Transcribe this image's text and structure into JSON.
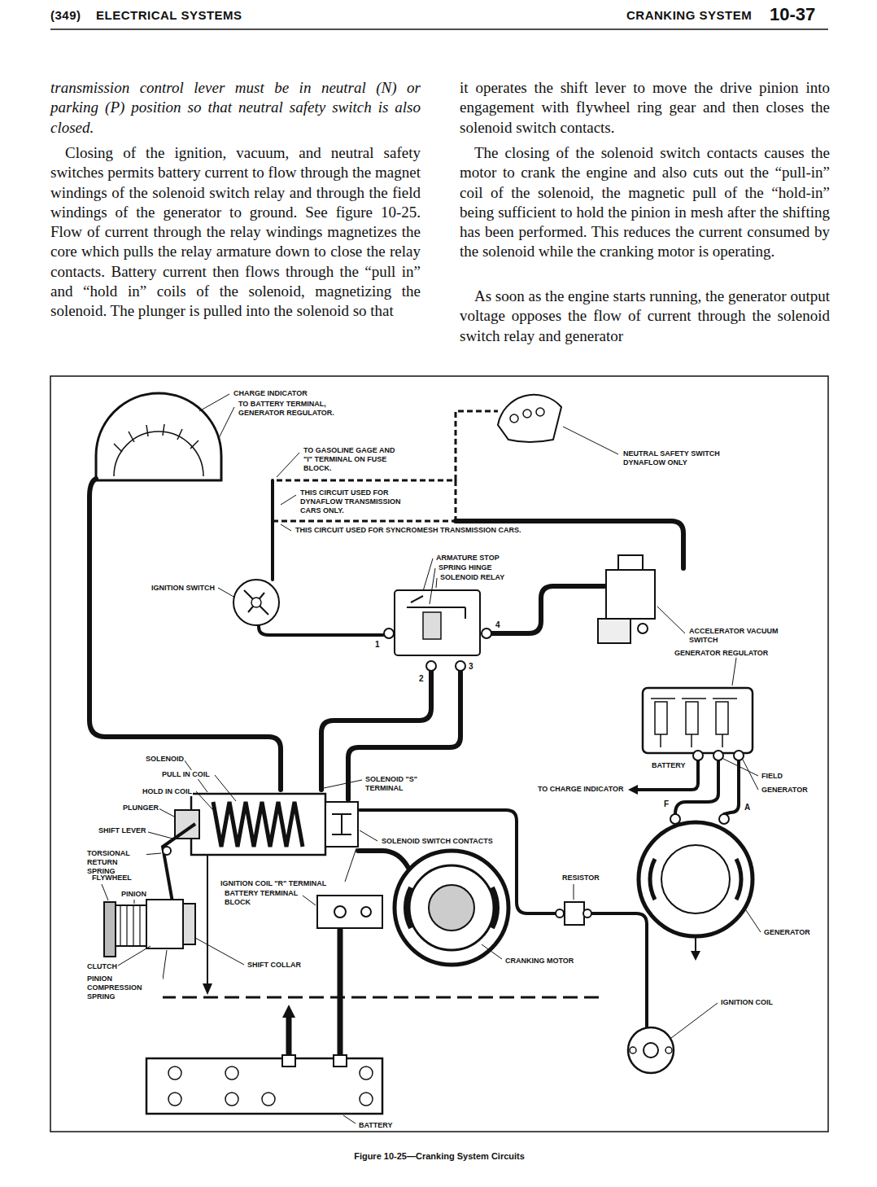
{
  "diagram": {
    "caption": "Figure 10-25—Cranking System Circuits",
    "labels": [
      "(349)",
      "ELECTRICAL SYSTEMS",
      "CRANKING SYSTEM",
      "10-37",
      "transmission control lever must be in neutral (N) or parking (P) position so that neutral safety switch is also closed.",
      "Closing of the ignition, vacuum, and neutral safety switches permits battery current to flow through the magnet windings of the solenoid switch relay and through the field windings of the generator to ground. See figure 10-25. Flow of current through the relay windings magnetizes the core which pulls the relay armature down to close the relay contacts. Battery current then flows through the “pull in” and “hold in” coils of the solenoid, magnetizing the solenoid. The plunger is pulled into the solenoid so that",
      "it operates the shift lever to move the drive pinion into engagement with flywheel ring gear and then closes the solenoid switch contacts.",
      "The closing of the solenoid switch contacts causes the motor to crank the engine and also cuts out the “pull-in” coil of the solenoid, the magnetic pull of the “hold-in” being sufficient to hold the pinion in mesh after the shifting has been performed. This reduces the current consumed by the solenoid while the cranking motor is operating.",
      "As soon as the engine starts running, the generator output voltage opposes the flow of current through the solenoid switch relay and generator",
      "CHARGE INDICATOR",
      "TO BATTERY TERMINAL, GENERATOR REGULATOR.",
      "TO GASOLINE GAGE AND \"I\" TERMINAL ON FUSE BLOCK.",
      "THIS CIRCUIT USED FOR DYNAFLOW TRANSMISSION CARS ONLY.",
      "THIS CIRCUIT USED FOR SYNCROMESH TRANSMISSION CARS.",
      "NEUTRAL SAFETY SWITCH DYNAFLOW ONLY",
      "ARMATURE STOP",
      "SPRING HINGE",
      "SOLENOID RELAY",
      "IGNITION SWITCH",
      "1",
      "4",
      "2",
      "3",
      "ACCELERATOR VACUUM SWITCH",
      "GENERATOR REGULATOR",
      "BATTERY",
      "TO CHARGE INDICATOR",
      "FIELD",
      "GENERATOR",
      "F",
      "A",
      "GENERATOR",
      "RESISTOR",
      "CRANKING MOTOR",
      "IGNITION COIL",
      "SOLENOID",
      "PULL IN COIL",
      "HOLD IN COIL",
      "PLUNGER",
      "SHIFT LEVER",
      "TORSIONAL RETURN SPRING",
      "FLYWHEEL",
      "PINION",
      "CLUTCH",
      "PINION COMPRESSION SPRING",
      "SOLENOID \"S\" TERMINAL",
      "SOLENOID SWITCH CONTACTS",
      "IGNITION COIL \"R\" TERMINAL",
      "BATTERY TERMINAL BLOCK",
      "SHIFT COLLAR",
      "BATTERY"
    ]
  }
}
